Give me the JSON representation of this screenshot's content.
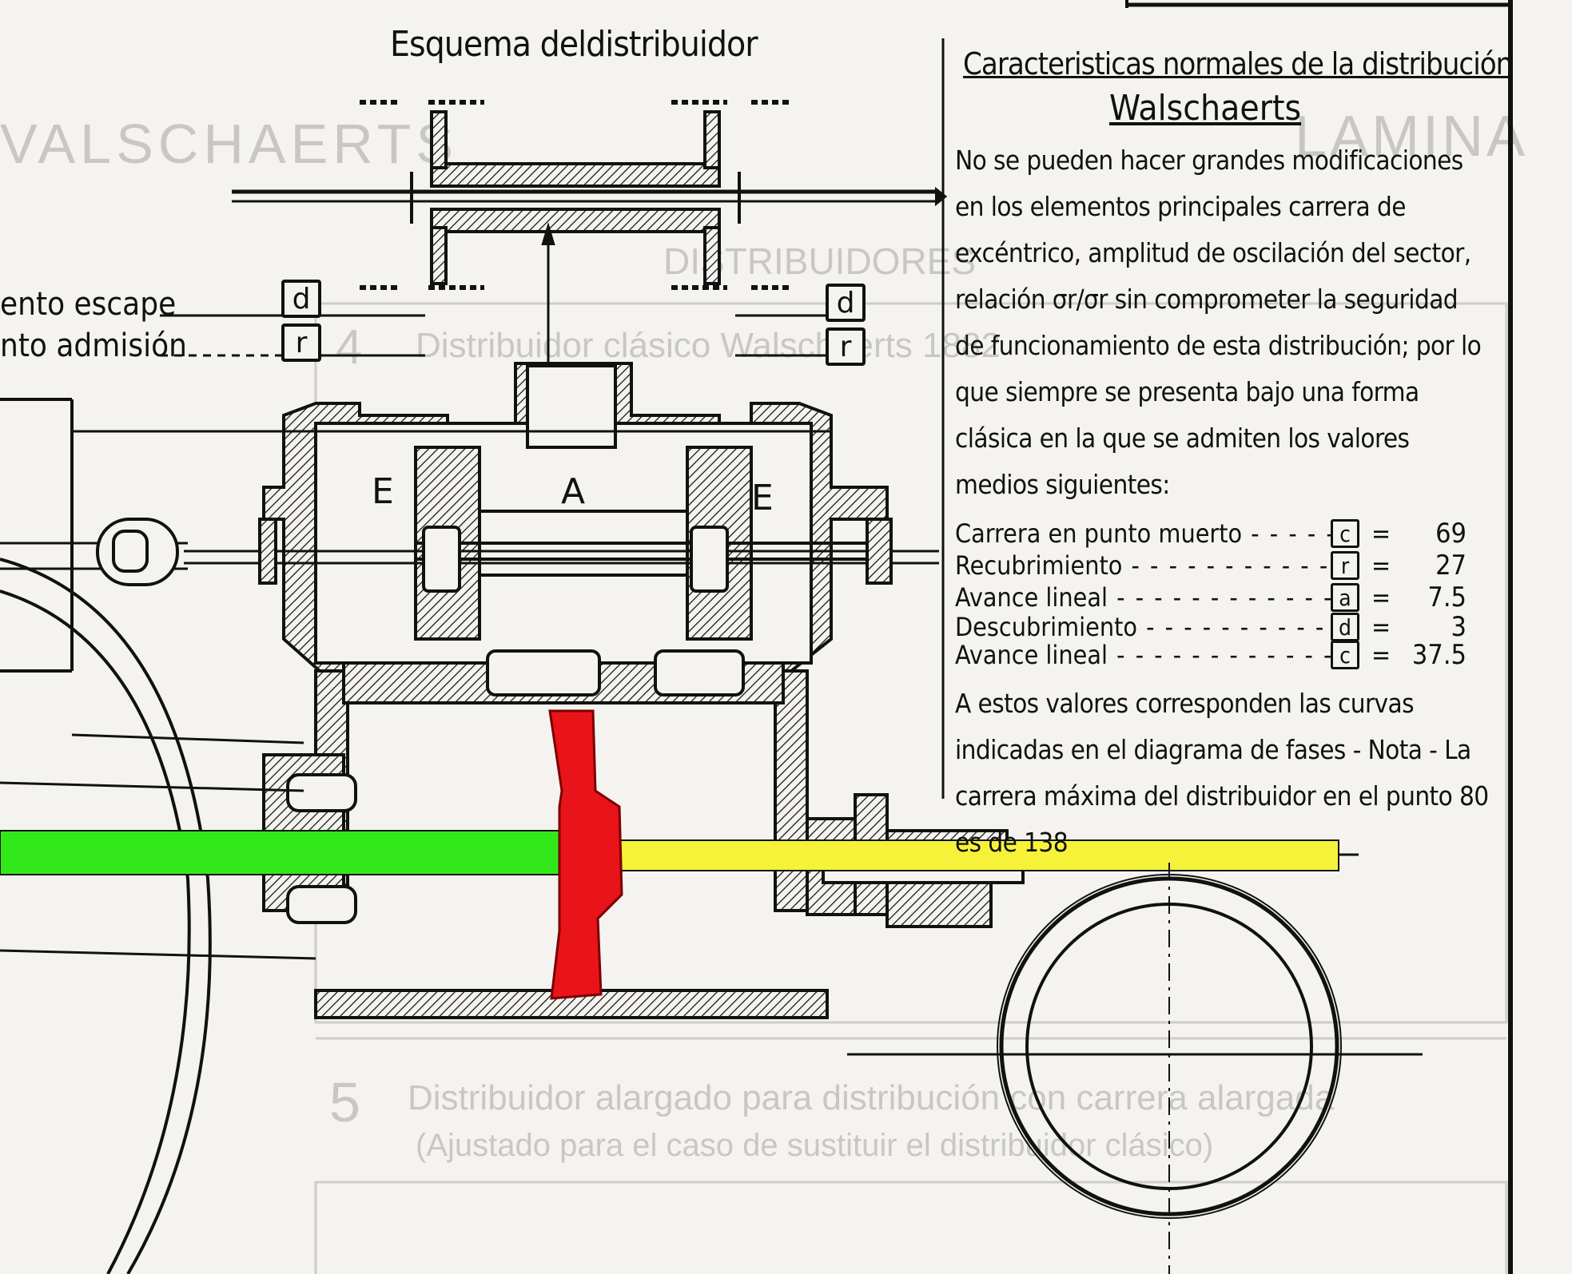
{
  "title": "Esquema deldistribuidor",
  "side_labels": {
    "escape": "ento escape",
    "admision": "nto admisión"
  },
  "box_labels": {
    "d": "d",
    "r": "r"
  },
  "chamber_labels": {
    "exhaust_left": "E",
    "admission": "A",
    "exhaust_right": "E"
  },
  "panel": {
    "heading": "Caracteristicas normales de la distribución",
    "subheading": "Walschaerts",
    "intro": "No se pueden hacer grandes modificaciones en los elementos principales carrera de excéntrico, amplitud de oscilación del sector, relación σr/σr sin comprometer la seguridad de funcionamiento de esta distribución; por lo que siempre se presenta bajo una forma clásica en la que se admiten los valores medios siguientes:",
    "rows": [
      {
        "name": "Carrera en punto muerto",
        "symbol": "c",
        "eq": "=",
        "value": "69"
      },
      {
        "name": "Recubrimiento",
        "symbol": "r",
        "eq": "=",
        "value": "27"
      },
      {
        "name": "Avance lineal",
        "symbol": "a",
        "eq": "=",
        "value": "7.5"
      },
      {
        "name": "Descubrimiento",
        "symbol": "d",
        "eq": "=",
        "value": "3"
      },
      {
        "name": "Avance lineal",
        "symbol": "c",
        "eq": "=",
        "value": "37.5"
      }
    ],
    "note": "A estos valores corresponden las curvas indicadas en el diagrama de fases - Nota - La carrera máxima del distribuidor en el punto 80 es de 138"
  },
  "ghost": {
    "title_left": "VALSCHAERTS",
    "title_right": "LAMINA",
    "subtitle": "DISTRIBUIDORES",
    "item4": "Distribuidor clásico Walschaerts 1882",
    "item5": "Distribuidor alargado para distribución con carrera alargada",
    "item5b": "(Ajustado para el caso de sustituir el distribuidor clásico)",
    "item4_num": "4",
    "item5_num": "5"
  },
  "colors": {
    "ink": "#111111",
    "rod_green": "#33e81a",
    "rod_yellow": "#f6f23a",
    "piston_red": "#e8141a",
    "paper": "#f4f3ef",
    "ghost": "#c9c7c2"
  }
}
